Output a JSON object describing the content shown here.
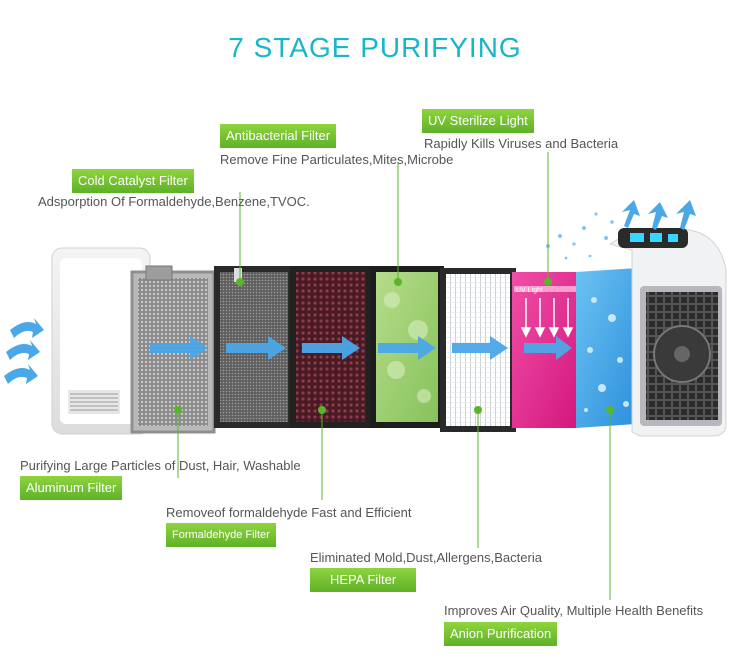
{
  "title": "7 STAGE PURIFYING",
  "stages": {
    "uv": {
      "label": "UV Sterilize Light",
      "desc": "Rapidly Kills Viruses and Bacteria"
    },
    "antibacterial": {
      "label": "Antibacterial Filter",
      "desc": "Remove Fine Particulates,Mites,Microbe"
    },
    "cold_catalyst": {
      "label": "Cold Catalyst Filter",
      "desc": "Adsporption Of Formaldehyde,Benzene,TVOC."
    },
    "aluminum": {
      "label": "Aluminum Filter",
      "desc": "Purifying Large Particles of Dust, Hair, Washable"
    },
    "formaldehyde": {
      "label": "Formaldehyde Filter",
      "desc": "Removeof formaldehyde Fast and Efficient"
    },
    "hepa": {
      "label": "HEPA Filter",
      "desc": "Eliminated Mold,Dust,Allergens,Bacteria"
    },
    "anion": {
      "label": "Anion Purification",
      "desc": "Improves Air Quality, Multiple Health Benefits"
    }
  },
  "uv_panel_text": "UV Light",
  "colors": {
    "title": "#17b6c9",
    "tag_green": "#6dbd2f",
    "arrow_blue": "#4aa8e8",
    "leader_green": "#5bb52a",
    "uv_pink": "#e61f8f",
    "anion_blue": "#3ea2e8",
    "formaldehyde_maroon": "#5a1f2a",
    "hepa_green": "#9acf6a"
  }
}
